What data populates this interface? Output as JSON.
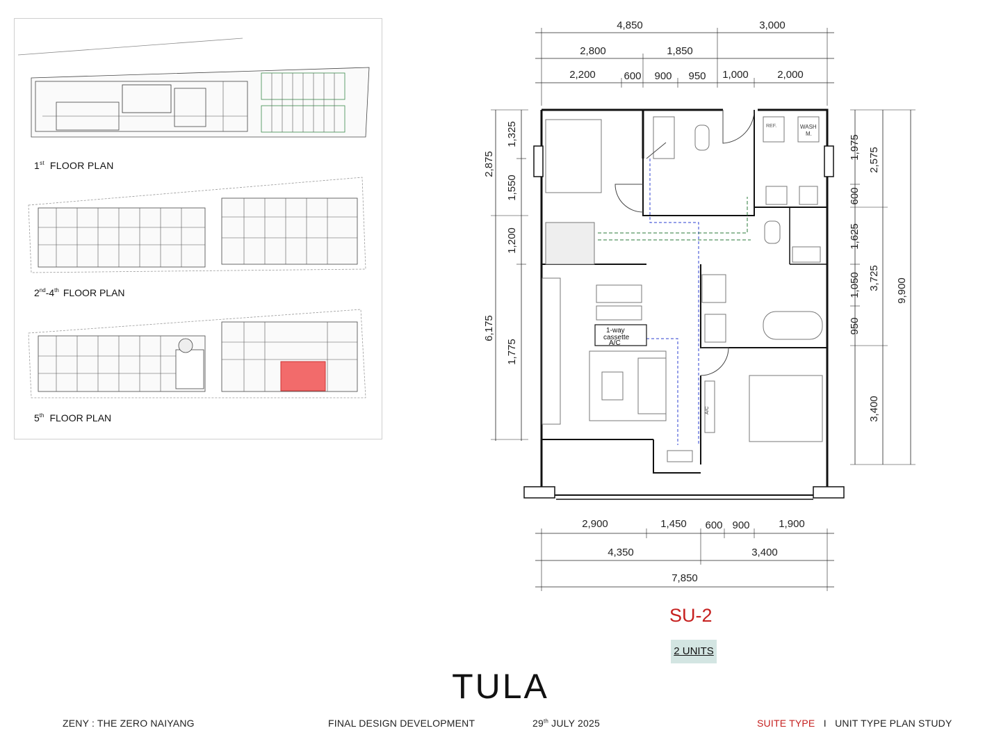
{
  "key_plan": {
    "floor1": {
      "num": "1",
      "sup": "st",
      "label": "FLOOR PLAN"
    },
    "floor2": {
      "num": "2",
      "sup": "nd",
      "mid": "-4",
      "sup2": "th",
      "label": "FLOOR PLAN"
    },
    "floor5": {
      "num": "5",
      "sup": "th",
      "label": "FLOOR PLAN"
    },
    "highlight_color": "#f26b6b"
  },
  "dimensions": {
    "top_row1": [
      "4,850",
      "3,000"
    ],
    "top_row2": [
      "2,800",
      "1,850"
    ],
    "top_row3": [
      "2,200",
      "600",
      "900",
      "950",
      "1,000",
      "2,000"
    ],
    "left_outer": [
      "2,875",
      "6,175"
    ],
    "left_inner": [
      "1,325",
      "1,550",
      "1,200",
      "1,775"
    ],
    "right_inner": [
      "1,975",
      "600",
      "1,625",
      "1,050",
      "950",
      "3,400"
    ],
    "right_mid": [
      "2,575",
      "3,725"
    ],
    "right_overall": "9,900",
    "bottom_row1": [
      "2,900",
      "1,450",
      "600",
      "900",
      "1,900"
    ],
    "bottom_row2": [
      "4,350",
      "3,400"
    ],
    "bottom_overall": "7,850"
  },
  "plan_labels": {
    "ac_cassette_1": "1-way",
    "ac_cassette_2": "cassette",
    "ac_cassette_3": "A/C",
    "ref": "REF.",
    "wash_1": "WASH",
    "wash_2": "M.",
    "wall_ac": "A/C"
  },
  "unit": {
    "code": "SU-2",
    "count": "2 UNITS"
  },
  "brand": "TULA",
  "footer": {
    "project": "ZENY :  THE ZERO NAIYANG",
    "phase": "FINAL DESIGN DEVELOPMENT",
    "date_day": "29",
    "date_sup": "th",
    "date_rest": "JULY 2025",
    "suite_type": "SUITE TYPE",
    "separator": "I",
    "study": "UNIT TYPE PLAN STUDY"
  },
  "colors": {
    "accent_red": "#c6201f",
    "badge_bg": "#d3e5e2",
    "dash_blue": "#2b3fd1",
    "dash_green": "#2a7a3a"
  }
}
